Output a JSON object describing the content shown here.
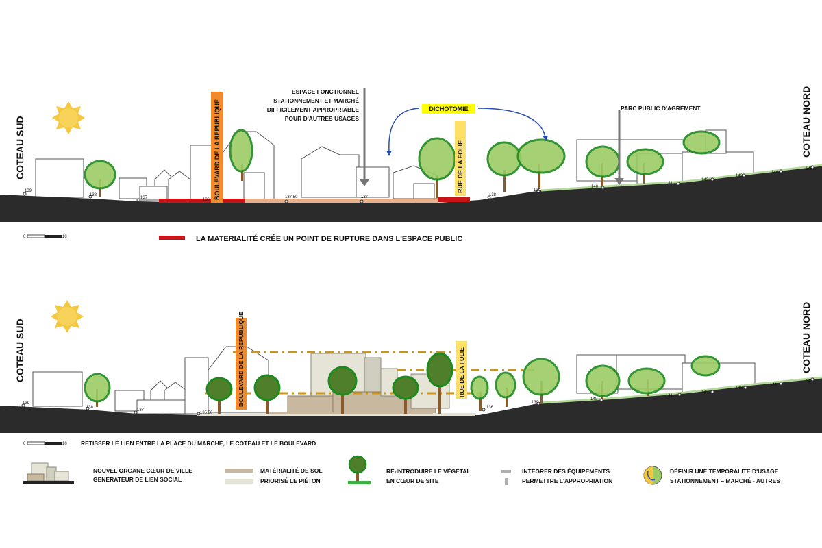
{
  "top_section": {
    "coteau_sud": "COTEAU SUD",
    "coteau_nord": "COTEAU NORD",
    "boulevard": "BOULEVARD DE LA REPUBLIQUE",
    "rue_folie": "RUE DE LA FOLIE",
    "espace_label": [
      "ESPACE FONCTIONNEL",
      "STATIONNEMENT ET MARCHÉ",
      "DIFFICILEMENT APPROPRIABLE",
      "POUR D'AUTRES USAGES"
    ],
    "dichotomie": "DICHOTOMIE",
    "parc_label": "PARC PUBLIC D'AGRÉMENT",
    "levels": [
      "139",
      "138",
      "137",
      "136",
      "137.50",
      "137",
      "138",
      "139",
      "140",
      "141",
      "142",
      "143",
      "144",
      "145"
    ],
    "scale": {
      "min": "0",
      "max": "10"
    },
    "legend_text": "LA MATERIALITÉ CRÉE UN POINT DE RUPTURE DANS L'ESPACE PUBLIC"
  },
  "bottom_section": {
    "coteau_sud": "COTEAU SUD",
    "coteau_nord": "COTEAU NORD",
    "boulevard": "BOULEVARD DE LA REPUBLIQUE",
    "rue_folie": "RUE DE LA FOLIE",
    "levels": [
      "139",
      "138",
      "137",
      "135.50",
      "136",
      "139",
      "140",
      "141",
      "142",
      "143",
      "144",
      "145"
    ],
    "scale": {
      "min": "0",
      "max": "10"
    },
    "caption": "RETISSER LE LIEN ENTRE LA PLACE DU MARCHÉ, LE COTEAU ET LE BOULEVARD"
  },
  "legend": {
    "item1": [
      "NOUVEL ORGANE CŒUR DE VILLE",
      "GENERATEUR DE LIEN SOCIAL"
    ],
    "item2": [
      "MATÉRIALITÉ DE SOL",
      "PRIORISÉ LE PIÉTON"
    ],
    "item3": [
      "RÉ-INTRODUIRE LE VÉGÉTAL",
      "EN CŒUR DE SITE"
    ],
    "item4": [
      "INTÉGRER DES ÉQUIPEMENTS",
      "PERMETTRE L'APPROPRIATION"
    ],
    "item5": [
      "DÉFINIR UNE TEMPORALITÉ D'USAGE",
      "STATIONNEMENT – MARCHÉ - AUTRES"
    ]
  },
  "colors": {
    "ground": "#2b2b2b",
    "orange": "#f08a2a",
    "yellow_label": "#ffff00",
    "rupture_red": "#c81414",
    "ground_beige": "#e8b08a",
    "sun": "#f5c842",
    "tree_green": "#9ccc65",
    "tree_stroke": "#1e8a1e",
    "plaza": "#c8b8a0",
    "dash_line": "#c8961e",
    "arrow_blue": "#2a4fb0"
  }
}
